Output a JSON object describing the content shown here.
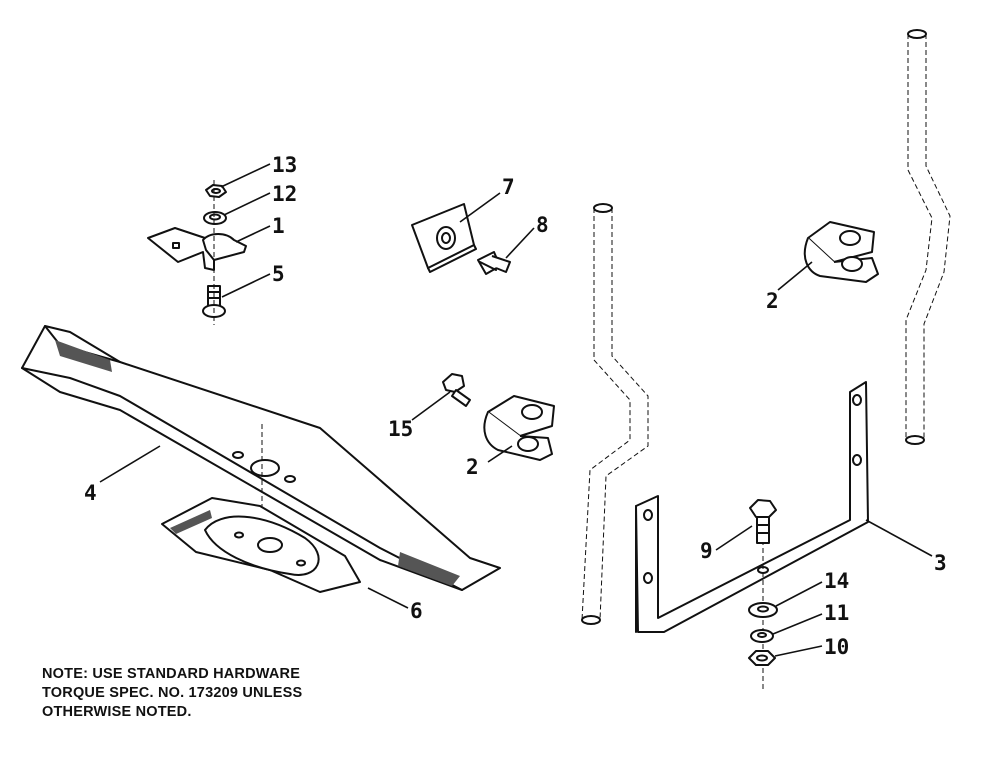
{
  "callouts": {
    "c1a": "1",
    "c2a": "2",
    "c2b": "2",
    "c3": "3",
    "c4": "4",
    "c5": "5",
    "c6": "6",
    "c7": "7",
    "c8": "8",
    "c9": "9",
    "c10": "10",
    "c11": "11",
    "c12": "12",
    "c13": "13",
    "c14": "14",
    "c15": "15"
  },
  "note": {
    "line1": "NOTE: USE STANDARD HARDWARE",
    "line2": "TORQUE SPEC. NO. 173209 UNLESS",
    "line3": "OTHERWISE NOTED."
  }
}
